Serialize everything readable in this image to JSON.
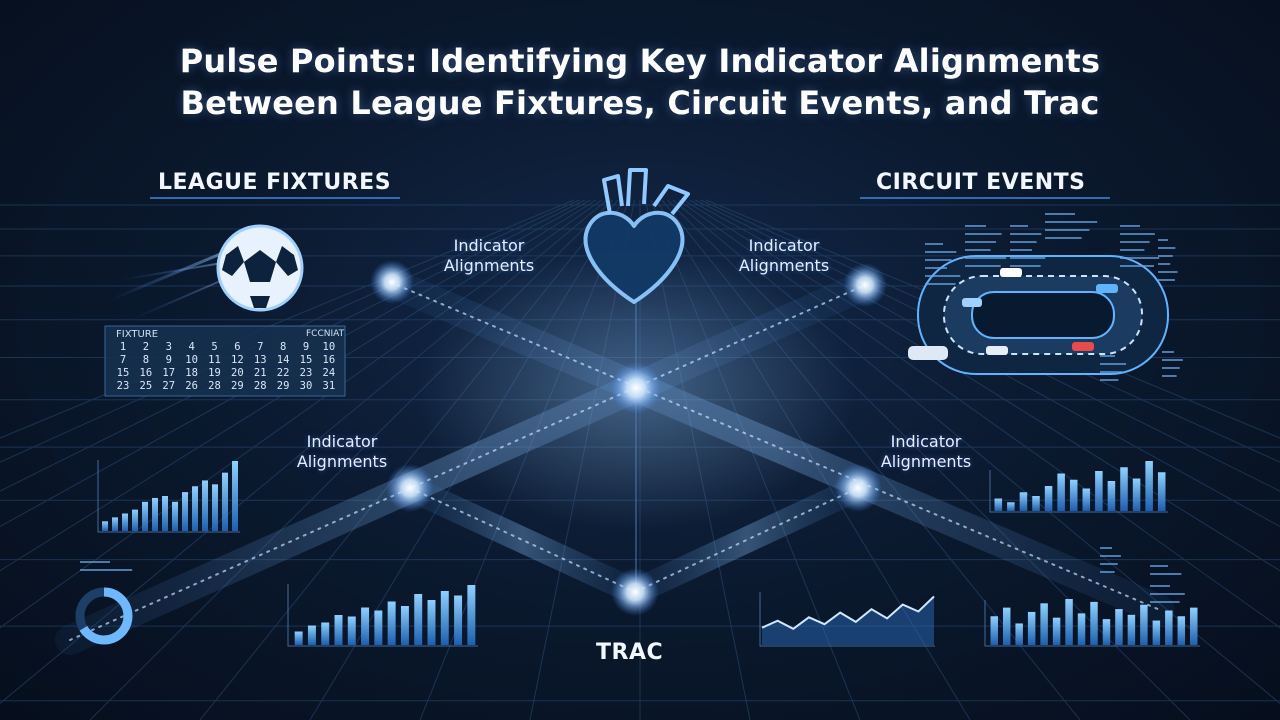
{
  "title": {
    "line1": "Pulse Points: Identifying Key Indicator Alignments",
    "line2": "Between League Fixtures, Circuit Events, and Trac"
  },
  "sections": {
    "league": "LEAGUE FIXTURES",
    "circuit": "CIRCUIT EVENTS",
    "trac": "TRAC"
  },
  "indicator": {
    "line1": "Indicator",
    "line2": "Alignments"
  },
  "calendar": {
    "label_left": "FIXTURE",
    "label_right": "FCCNIAT",
    "rows": [
      [
        "1",
        "2",
        "3",
        "4",
        "5",
        "6",
        "7",
        "8",
        "9",
        "10"
      ],
      [
        "7",
        "8",
        "9",
        "10",
        "11",
        "12",
        "13",
        "14",
        "15",
        "16"
      ],
      [
        "15",
        "16",
        "17",
        "18",
        "19",
        "20",
        "21",
        "22",
        "23",
        "24"
      ],
      [
        "23",
        "25",
        "27",
        "26",
        "28",
        "29",
        "28",
        "29",
        "30",
        "31"
      ]
    ]
  },
  "icons": {
    "ball": "soccer-ball-icon",
    "heart": "anatomical-heart-icon",
    "track": "race-track-icon",
    "car": "race-car-icon"
  },
  "colors": {
    "accent": "#5fb4ff",
    "glow": "#cfe8ff",
    "grid": "#2a4d7a",
    "panel": "#16304f"
  },
  "bar_charts": {
    "left_mid": [
      10,
      14,
      18,
      22,
      30,
      34,
      36,
      30,
      40,
      46,
      52,
      48,
      60,
      72
    ],
    "bottom_left": [
      18,
      26,
      30,
      40,
      38,
      50,
      46,
      58,
      52,
      68,
      60,
      72,
      66,
      80
    ],
    "right_mid": [
      20,
      14,
      30,
      24,
      40,
      60,
      50,
      36,
      64,
      48,
      70,
      52,
      80,
      62
    ],
    "bottom_right": [
      40,
      52,
      30,
      46,
      58,
      38,
      64,
      44,
      60,
      36,
      50,
      42,
      56,
      34,
      48,
      40,
      52
    ]
  },
  "line_chart": [
    30,
    42,
    28,
    48,
    36,
    56,
    40,
    62,
    46,
    70,
    58,
    84
  ]
}
